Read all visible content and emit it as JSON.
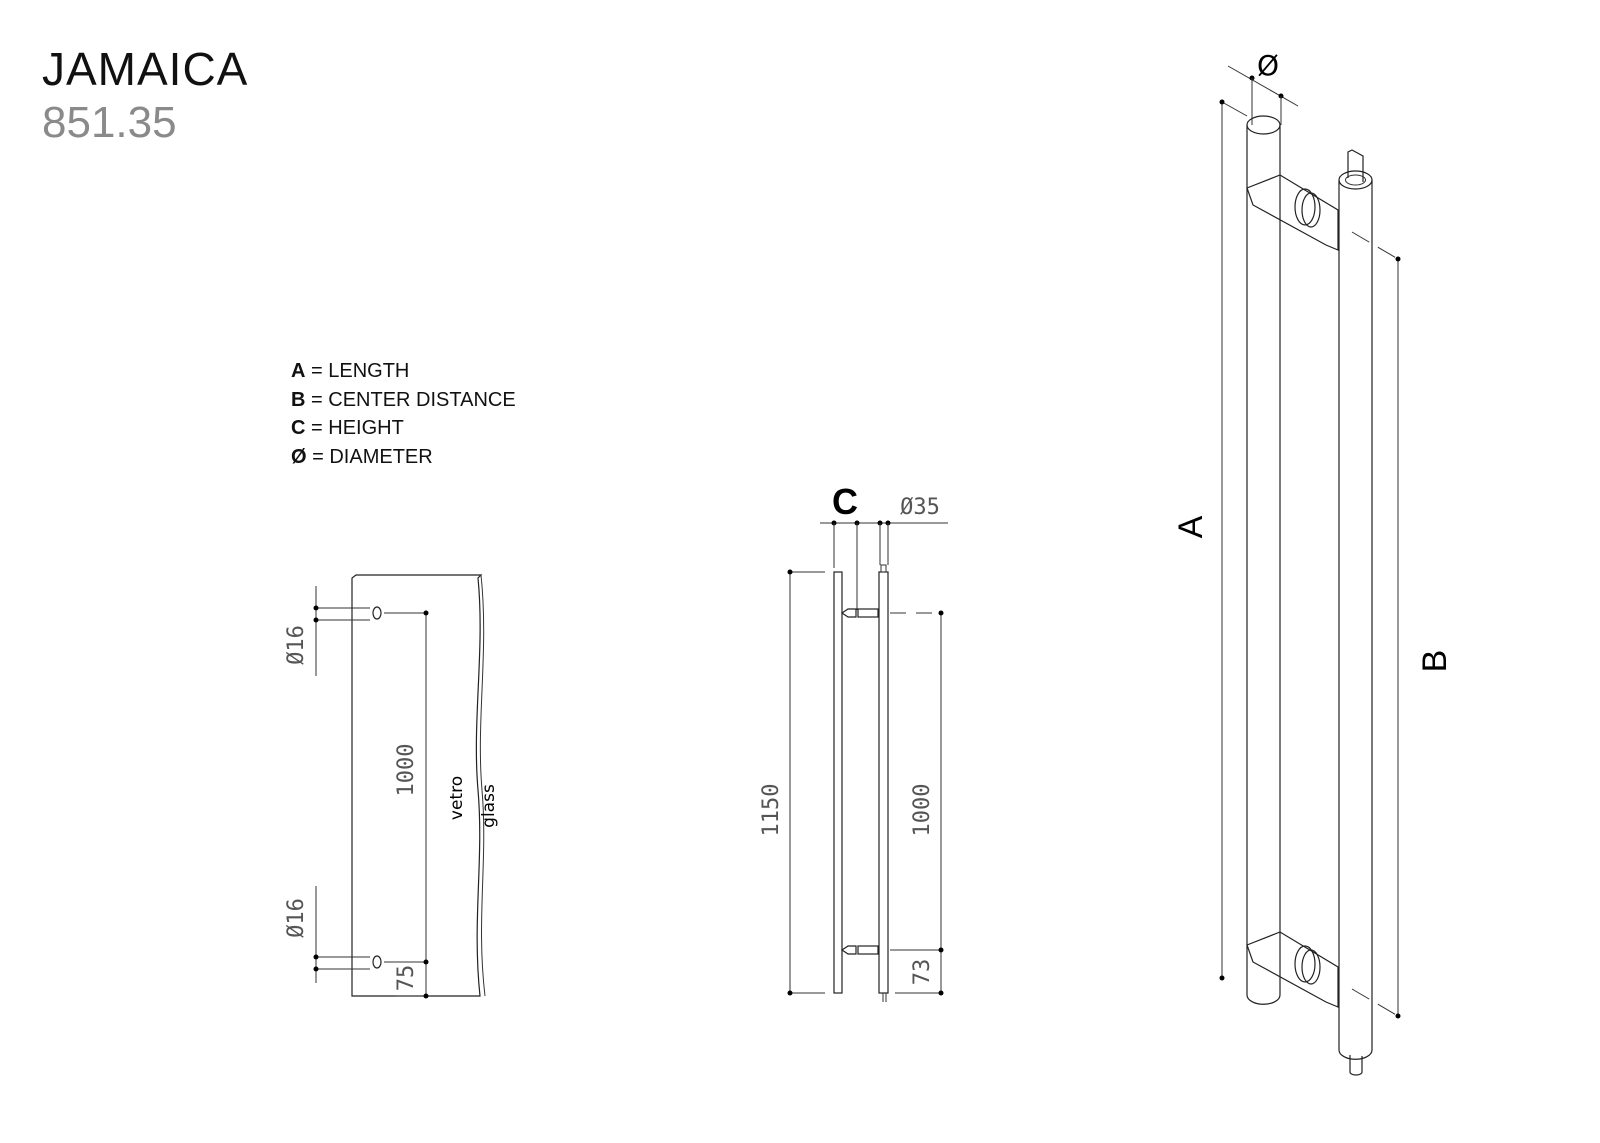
{
  "header": {
    "title": "JAMAICA",
    "code": "851.35"
  },
  "legend": [
    {
      "key": "A",
      "label": "= LENGTH"
    },
    {
      "key": "B",
      "label": "= CENTER DISTANCE"
    },
    {
      "key": "C",
      "label": "= HEIGHT"
    },
    {
      "key": "Ø",
      "label": "= DIAMETER"
    }
  ],
  "glass_view": {
    "hole_top": "Ø16",
    "hole_bottom": "Ø16",
    "center_distance": "1000",
    "bottom_offset": "75",
    "label_it": "vetro",
    "label_en": "glass"
  },
  "side_view": {
    "height_label": "C",
    "diameter": "Ø35",
    "length": "1150",
    "center_distance": "1000",
    "bottom_offset": "73"
  },
  "iso_view": {
    "length_label": "A",
    "center_label": "B",
    "diameter_label": "Ø"
  }
}
